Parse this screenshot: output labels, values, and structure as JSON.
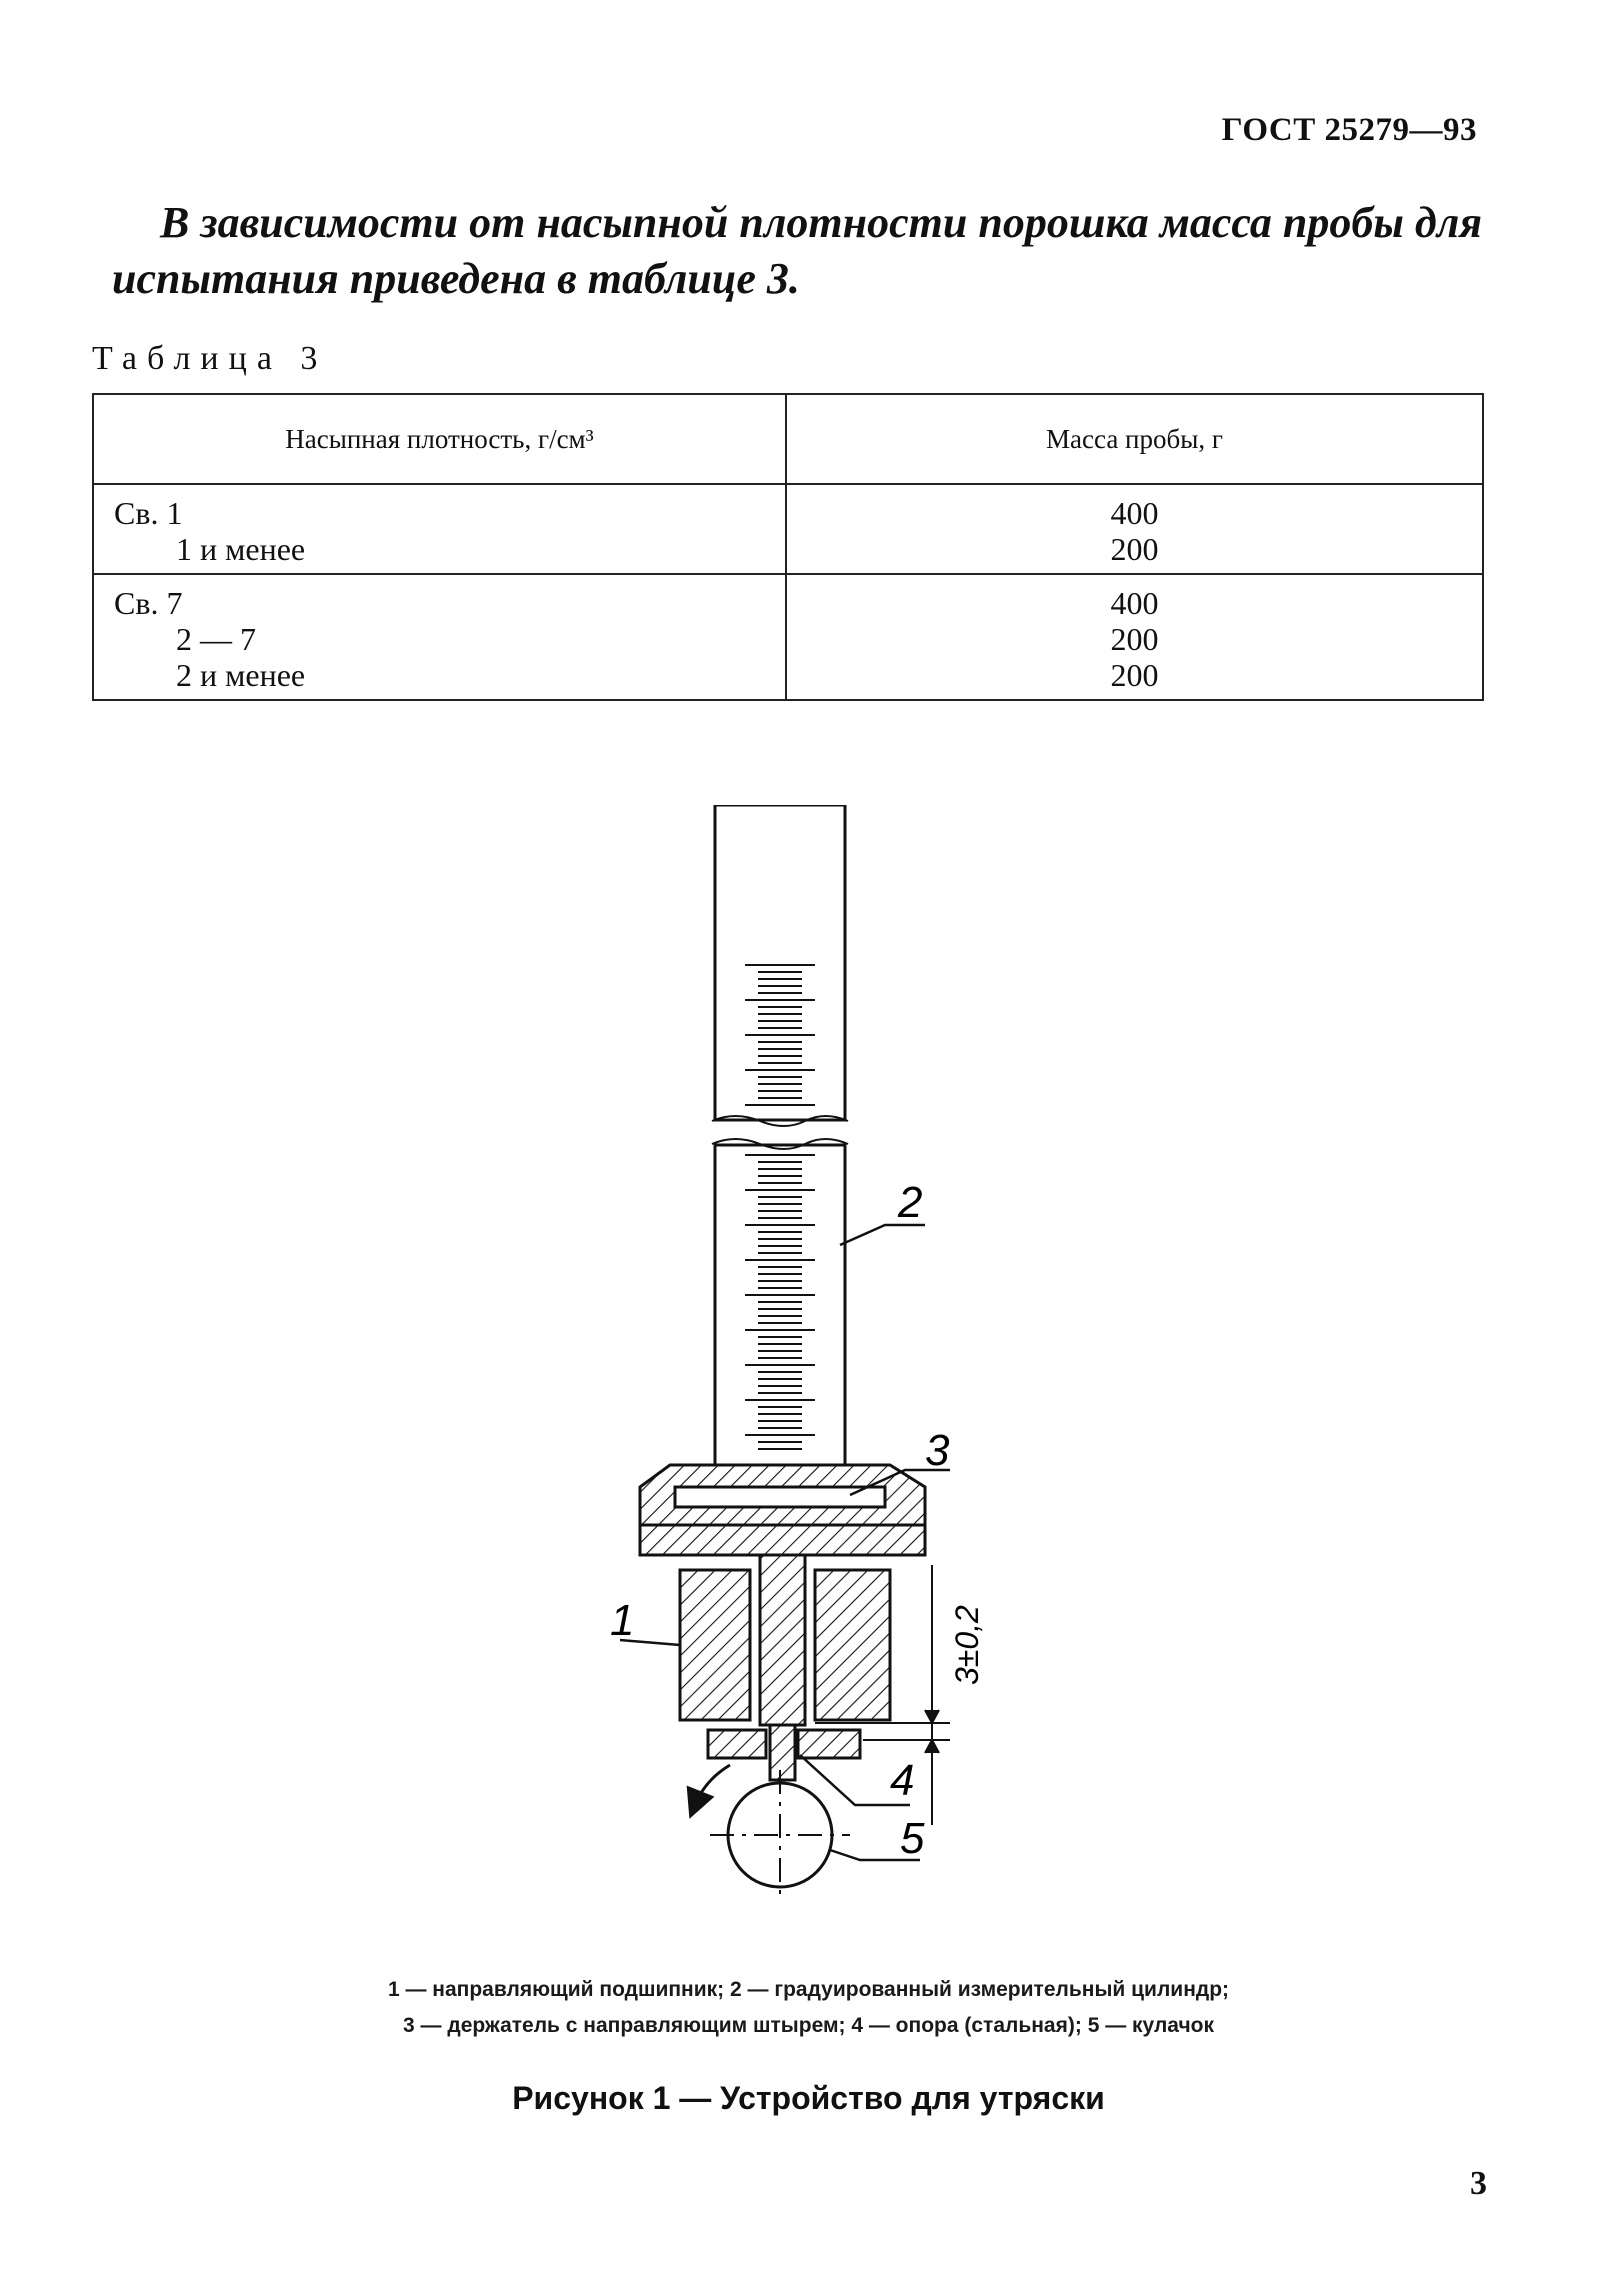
{
  "header": {
    "doc_code": "ГОСТ 25279—93"
  },
  "intro": {
    "line1": "В зависимости от насыпной плотности порошка масса пробы для",
    "line2": "испытания приведена в таблице 3."
  },
  "table": {
    "caption": "Таблица 3",
    "headers": [
      "Насыпная плотность, г/см³",
      "Масса пробы, г"
    ],
    "groups": [
      {
        "rows": [
          {
            "density": "Св. 1",
            "mass": "400",
            "indent": false
          },
          {
            "density": "1 и менее",
            "mass": "200",
            "indent": true
          }
        ]
      },
      {
        "rows": [
          {
            "density": "Св. 7",
            "mass": "400",
            "indent": false
          },
          {
            "density": "2 — 7",
            "mass": "200",
            "indent": true
          },
          {
            "density": "2 и менее",
            "mass": "200",
            "indent": true
          }
        ]
      }
    ]
  },
  "figure": {
    "labels": {
      "l1": "1",
      "l2": "2",
      "l3": "3",
      "l4": "4",
      "l5": "5",
      "dimension": "3±0,2"
    },
    "legend_line1": "1 — направляющий подшипник; 2 — градуированный измерительный цилиндр;",
    "legend_line2": "3 — держатель с направляющим штырем; 4 — опора (стальная); 5 — кулачок",
    "caption": "Рисунок 1 — Устройство для утряски"
  },
  "page_number": "3"
}
